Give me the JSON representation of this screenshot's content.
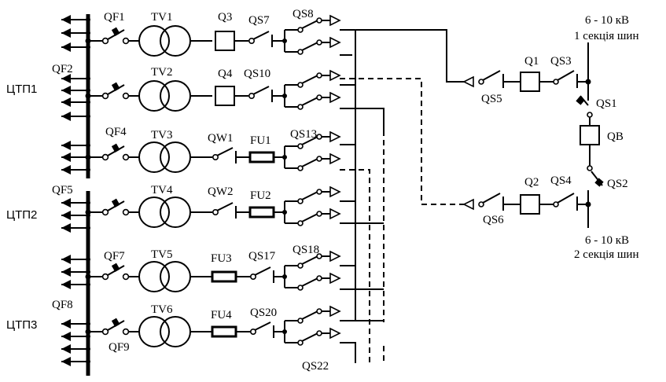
{
  "labels": {
    "qf1": "QF1",
    "qf2": "QF2",
    "qf4": "QF4",
    "qf5": "QF5",
    "qf7": "QF7",
    "qf8": "QF8",
    "qf9": "QF9",
    "tv1": "TV1",
    "tv2": "TV2",
    "tv3": "TV3",
    "tv4": "TV4",
    "tv5": "TV5",
    "tv6": "TV6",
    "q3": "Q3",
    "q4": "Q4",
    "qw1": "QW1",
    "qw2": "QW2",
    "fu1": "FU1",
    "fu2": "FU2",
    "fu3": "FU3",
    "fu4": "FU4",
    "qs7": "QS7",
    "qs8": "QS8",
    "qs10": "QS10",
    "qs13": "QS13",
    "qs17": "QS17",
    "qs18": "QS18",
    "qs20": "QS20",
    "qs22": "QS22",
    "q1": "Q1",
    "q2": "Q2",
    "qs1": "QS1",
    "qs2": "QS2",
    "qs3": "QS3",
    "qs4": "QS4",
    "qs5": "QS5",
    "qs6": "QS6",
    "qb": "QB",
    "ctp1": "ЦТП1",
    "ctp2": "ЦТП2",
    "ctp3": "ЦТП3"
  },
  "bus_sections": {
    "bus1_voltage": "6 - 10 кВ",
    "bus1_name": "1 секція шин",
    "bus2_voltage": "6 - 10 кВ",
    "bus2_name": "2 секція шин"
  }
}
